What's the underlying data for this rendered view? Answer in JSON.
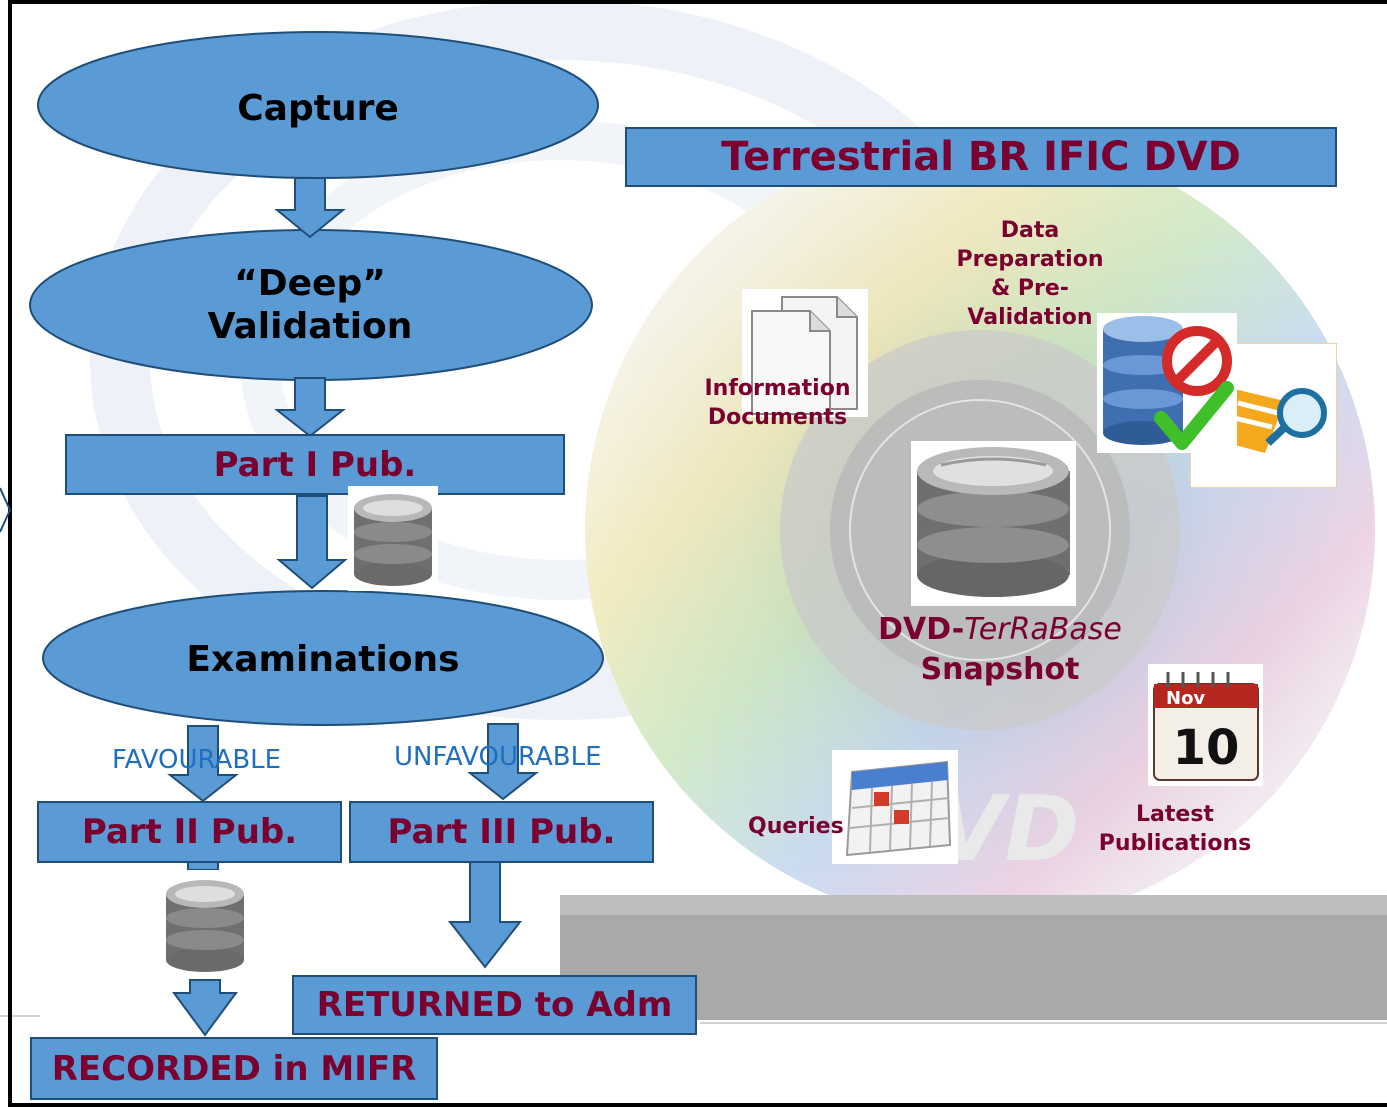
{
  "flow": {
    "capture": "Capture",
    "deep_validation_line1": "“Deep”",
    "deep_validation_line2": "Validation",
    "part1": "Part I Pub.",
    "examinations": "Examinations",
    "favourable": "FAVOURABLE",
    "unfavourable": "UNFAVOURABLE",
    "part2": "Part II Pub.",
    "part3": "Part III Pub.",
    "returned": "RETURNED to Adm",
    "recorded": "RECORDED in MIFR"
  },
  "dvd": {
    "title": "Terrestrial BR IFIC DVD",
    "data_prep_lines": [
      "Data",
      "Preparation",
      "& Pre-",
      "Validation"
    ],
    "info_docs_line1": "Information",
    "info_docs_line2": "Documents",
    "snapshot_prefix": "DVD-",
    "snapshot_italic": "TerRaBase",
    "snapshot_line2": "Snapshot",
    "queries": "Queries",
    "latest_line1": "Latest",
    "latest_line2": "Publications",
    "calendar_month": "Nov",
    "calendar_day": "10"
  },
  "colors": {
    "flow_blue": "#5b9bd5",
    "flow_border": "#1f4e79",
    "maroon": "#7a0030",
    "label_blue": "#1f6fc0"
  },
  "icons": [
    "database-icon",
    "document-icon",
    "prohibited-icon",
    "checkmark-icon",
    "magnifier-icon",
    "calendar-icon",
    "schedule-icon",
    "dvd-disc"
  ]
}
